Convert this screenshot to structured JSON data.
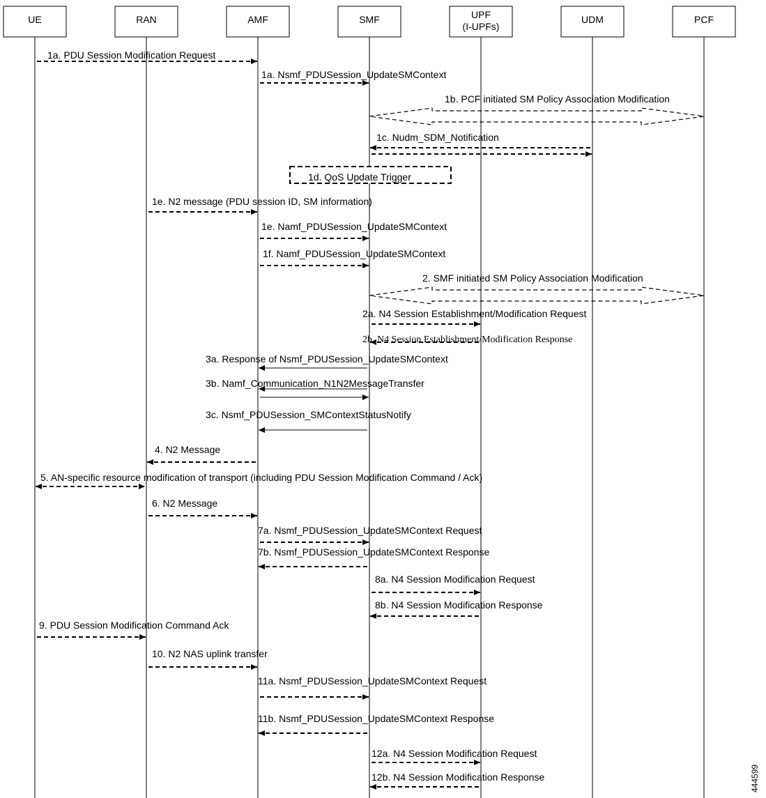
{
  "actors": [
    {
      "id": "UE",
      "lines": [
        "UE"
      ]
    },
    {
      "id": "RAN",
      "lines": [
        "RAN"
      ]
    },
    {
      "id": "AMF",
      "lines": [
        "AMF"
      ]
    },
    {
      "id": "SMF",
      "lines": [
        "SMF"
      ]
    },
    {
      "id": "UPF",
      "lines": [
        "UPF",
        "(I-UPFs)"
      ]
    },
    {
      "id": "UDM",
      "lines": [
        "UDM"
      ]
    },
    {
      "id": "PCF",
      "lines": [
        "PCF"
      ]
    }
  ],
  "messages": [
    {
      "label": "1a. PDU Session Modification Request",
      "from": "UE",
      "to": "AMF",
      "style": "dashed"
    },
    {
      "label": "1a. Nsmf_PDUSession_UpdateSMContext",
      "from": "AMF",
      "to": "SMF",
      "style": "dashed"
    },
    {
      "label": "1b. PCF initiated SM Policy Association Modification",
      "from": "SMF",
      "to": "PCF",
      "style": "dashed",
      "kind": "bidir-block"
    },
    {
      "label": "1c. Nudm_SDM_Notification",
      "from": "UDM",
      "to": "SMF",
      "style": "dashed",
      "reply": "SMF-UDM"
    },
    {
      "label": "1d. QoS Update Trigger",
      "kind": "note"
    },
    {
      "label": "1e. N2 message (PDU session ID, SM information)",
      "from": "RAN",
      "to": "AMF",
      "style": "dashed"
    },
    {
      "label": "1e. Namf_PDUSession_UpdateSMContext",
      "from": "AMF",
      "to": "SMF",
      "style": "dashed"
    },
    {
      "label": "1f. Namf_PDUSession_UpdateSMContext",
      "from": "AMF",
      "to": "SMF",
      "style": "dashed"
    },
    {
      "label": "2. SMF initiated SM Policy Association Modification",
      "from": "SMF",
      "to": "PCF",
      "style": "dashed",
      "kind": "bidir-block"
    },
    {
      "label": "2a. N4 Session Establishment/Modification Request",
      "from": "SMF",
      "to": "UPF",
      "style": "dashed"
    },
    {
      "label": "2b. N4 Session Establishment/Modification Response",
      "from": "UPF",
      "to": "SMF",
      "style": "dashed",
      "font": "serif"
    },
    {
      "label": "3a. Response of Nsmf_PDUSession_UpdateSMContext",
      "from": "SMF",
      "to": "AMF",
      "style": "solid"
    },
    {
      "label": "3b. Namf_Communication_N1N2MessageTransfer",
      "from": "SMF",
      "to": "AMF",
      "style": "solid",
      "reply": "AMF-SMF"
    },
    {
      "label": "3c. Nsmf_PDUSession_SMContextStatusNotify",
      "from": "SMF",
      "to": "AMF",
      "style": "solid"
    },
    {
      "label": "4. N2 Message",
      "from": "AMF",
      "to": "RAN",
      "style": "dashed"
    },
    {
      "label": "5. AN-specific resource modification of transport (including PDU Session Modification Command / Ack)",
      "from": "RAN",
      "to": "UE",
      "style": "dashed",
      "kind": "bidir"
    },
    {
      "label": "6. N2 Message",
      "from": "RAN",
      "to": "AMF",
      "style": "dashed"
    },
    {
      "label": "7a. Nsmf_PDUSession_UpdateSMContext Request",
      "from": "AMF",
      "to": "SMF",
      "style": "dashed"
    },
    {
      "label": "7b. Nsmf_PDUSession_UpdateSMContext Response",
      "from": "SMF",
      "to": "AMF",
      "style": "dashed"
    },
    {
      "label": "8a. N4 Session Modification Request",
      "from": "SMF",
      "to": "UPF",
      "style": "dashed"
    },
    {
      "label": "8b. N4 Session Modification Response",
      "from": "UPF",
      "to": "SMF",
      "style": "dashed"
    },
    {
      "label": "9. PDU Session Modification Command Ack",
      "from": "UE",
      "to": "RAN",
      "style": "dashed"
    },
    {
      "label": "10. N2 NAS uplink transfer",
      "from": "RAN",
      "to": "AMF",
      "style": "dashed"
    },
    {
      "label": "11a. Nsmf_PDUSession_UpdateSMContext Request",
      "from": "AMF",
      "to": "SMF",
      "style": "dashed"
    },
    {
      "label": "11b. Nsmf_PDUSession_UpdateSMContext Response",
      "from": "SMF",
      "to": "AMF",
      "style": "dashed"
    },
    {
      "label": "12a. N4 Session Modification Request",
      "from": "SMF",
      "to": "UPF",
      "style": "dashed"
    },
    {
      "label": "12b. N4 Session Modification Response",
      "from": "UPF",
      "to": "SMF",
      "style": "dashed"
    }
  ],
  "figure_id": "444599"
}
